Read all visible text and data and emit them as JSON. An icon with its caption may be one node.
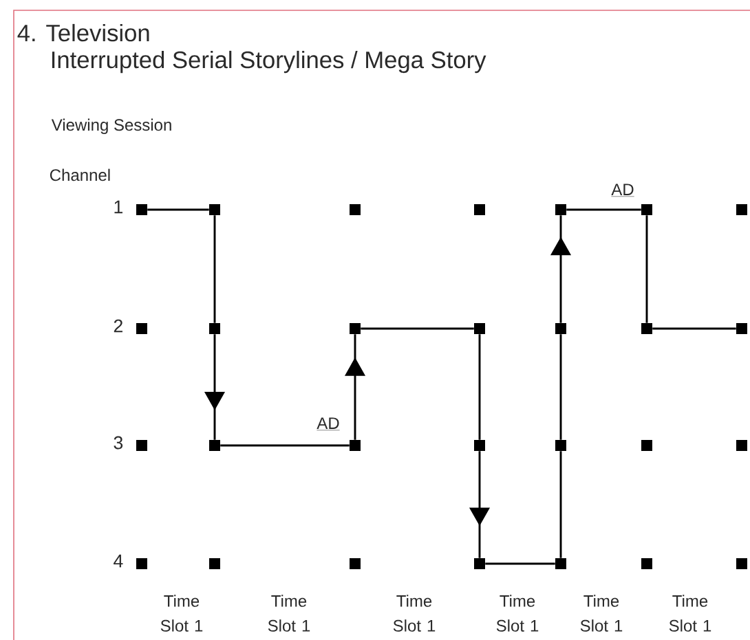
{
  "diagram": {
    "title": "4. Television",
    "nodes": [
      {
        "text": [],
        "shape": "box"
      },
      {
        "text": [],
        "shape": "box"
      },
      {
        "text": [],
        "shape": "box"
      },
      {
        "text": [],
        "shape": "box"
      },
      {
        "text": [],
        "shape": "box"
      },
      {
        "text": [],
        "shape": "box"
      },
      {
        "text": [],
        "shape": "box"
      },
      {
        "text": [],
        "shape": "box"
      },
      {
        "text": [],
        "shape": "box"
      },
      {
        "text": [],
        "shape": "box"
      },
      {
        "text": [],
        "shape": "box"
      },
      {
        "text": [],
        "shape": "box"
      },
      {
        "text": [],
        "shape": "box"
      },
      {
        "text": [],
        "shape": "box"
      },
      {
        "text": [],
        "shape": "box"
      },
      {
        "text": [],
        "shape": "box"
      },
      {
        "text": [],
        "shape": "box"
      },
      {
        "text": [],
        "shape": "box"
      },
      {
        "text": [],
        "shape": "box"
      },
      {
        "text": [],
        "shape": "box"
      },
      {
        "text": [],
        "shape": "box"
      },
      {
        "text": [],
        "shape": "box"
      },
      {
        "text": [],
        "shape": "box"
      },
      {
        "text": [],
        "shape": "box"
      },
      {
        "text": [],
        "shape": "box"
      },
      {
        "text": [],
        "shape": "box"
      },
      {
        "text": [],
        "shape": "box"
      },
      {
        "text": [],
        "shape": "box"
      }
    ],
    "edges": [
      {
        "from": 0,
        "to": 1,
        "arrow": "none"
      },
      {
        "from": 1,
        "to": 8,
        "arrow": "none"
      },
      {
        "from": 8,
        "to": 15,
        "arrow": "to"
      },
      {
        "from": 15,
        "to": 16,
        "arrow": "none",
        "label": "AD"
      },
      {
        "from": 16,
        "to": 9,
        "arrow": "to"
      },
      {
        "from": 9,
        "to": 10,
        "arrow": "none"
      },
      {
        "from": 10,
        "to": 17,
        "arrow": "none"
      },
      {
        "from": 17,
        "to": 24,
        "arrow": "to"
      },
      {
        "from": 24,
        "to": 25,
        "arrow": "none"
      },
      {
        "from": 25,
        "to": 18,
        "arrow": "none"
      },
      {
        "from": 18,
        "to": 11,
        "arrow": "none"
      },
      {
        "from": 11,
        "to": 4,
        "arrow": "to"
      },
      {
        "from": 4,
        "to": 5,
        "arrow": "none",
        "label": "AD"
      },
      {
        "from": 5,
        "to": 12,
        "arrow": "none"
      },
      {
        "from": 12,
        "to": 13,
        "arrow": "none"
      }
    ],
    "labels": [
      "Interrupted Serial Storylines / Mega Story",
      "Viewing Session",
      "Channel",
      "1",
      "2",
      "3",
      "4",
      "Time Slot 1",
      "Time Slot 1",
      "Time Slot 1",
      "Time Slot 1",
      "Time Slot 1",
      "Time Slot 1"
    ]
  }
}
